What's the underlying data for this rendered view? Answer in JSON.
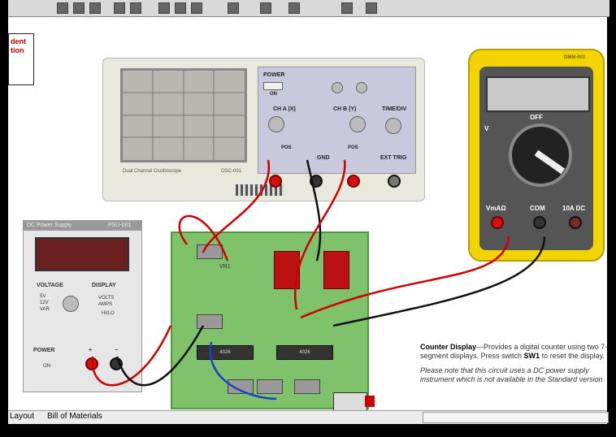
{
  "tabs": {
    "layout": "Layout",
    "bom": "Bill of Materials"
  },
  "side_note": {
    "line1": "dent",
    "line2": "tion"
  },
  "oscilloscope": {
    "brand": "Dual Channel Oscilloscope",
    "model": "OSC-001",
    "power": "POWER",
    "on": "ON",
    "ch_a": "CH A (X)",
    "ch_b": "CH B (Y)",
    "time": "TIME/DIV",
    "gnd": "GND",
    "ext_trig": "EXT TRIG",
    "pos": "POS",
    "pos2": "POS"
  },
  "multimeter": {
    "model": "DMM-001",
    "off": "OFF",
    "volt_label": "V",
    "vma": "VmAΩ",
    "com": "COM",
    "amp_dc": "10A DC"
  },
  "psu": {
    "title": "DC Power Supply",
    "model": "PSU-001",
    "voltage": "VOLTAGE",
    "display": "DISPLAY",
    "v5": "5V",
    "v12": "12V",
    "var": "VAR",
    "volts": "VOLTS",
    "amps": "AMPS",
    "hilo": "HI/LO",
    "power": "POWER",
    "on": "ON",
    "plus": "+",
    "minus": "−"
  },
  "board": {
    "vr1": "VR1",
    "chip1": "4026",
    "chip2": "4026"
  },
  "note": {
    "title": "Counter Display",
    "desc1": "—Provides a digital counter using two 7-segment displays. Press switch ",
    "sw": "SW1",
    "desc2": " to reset the display.",
    "italic": "Please note that this circuit uses a DC power supply instrument which is not available in the Standard version"
  }
}
